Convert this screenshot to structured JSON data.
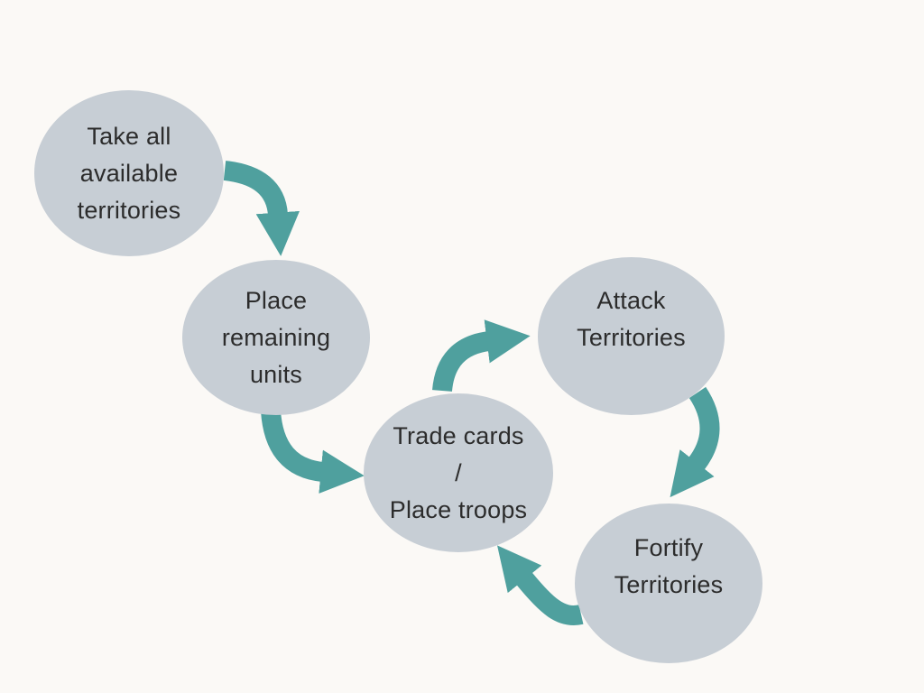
{
  "colors": {
    "background": "#fbf9f6",
    "node_fill": "#c7ced5",
    "arrow": "#4fa09e",
    "text": "#2c2c2c"
  },
  "nodes": [
    {
      "id": "take-territories",
      "label": "Take all\navailable\nterritories"
    },
    {
      "id": "place-remaining-units",
      "label": "Place\nremaining\nunits"
    },
    {
      "id": "trade-cards-place-troops",
      "label": "Trade cards\n/\nPlace troops"
    },
    {
      "id": "attack-territories",
      "label": "Attack\nTerritories"
    },
    {
      "id": "fortify-territories",
      "label": "Fortify\nTerritories"
    }
  ],
  "arrows": [
    {
      "from": "take-territories",
      "to": "place-remaining-units"
    },
    {
      "from": "place-remaining-units",
      "to": "trade-cards-place-troops"
    },
    {
      "from": "trade-cards-place-troops",
      "to": "attack-territories"
    },
    {
      "from": "attack-territories",
      "to": "fortify-territories"
    },
    {
      "from": "fortify-territories",
      "to": "trade-cards-place-troops"
    }
  ]
}
